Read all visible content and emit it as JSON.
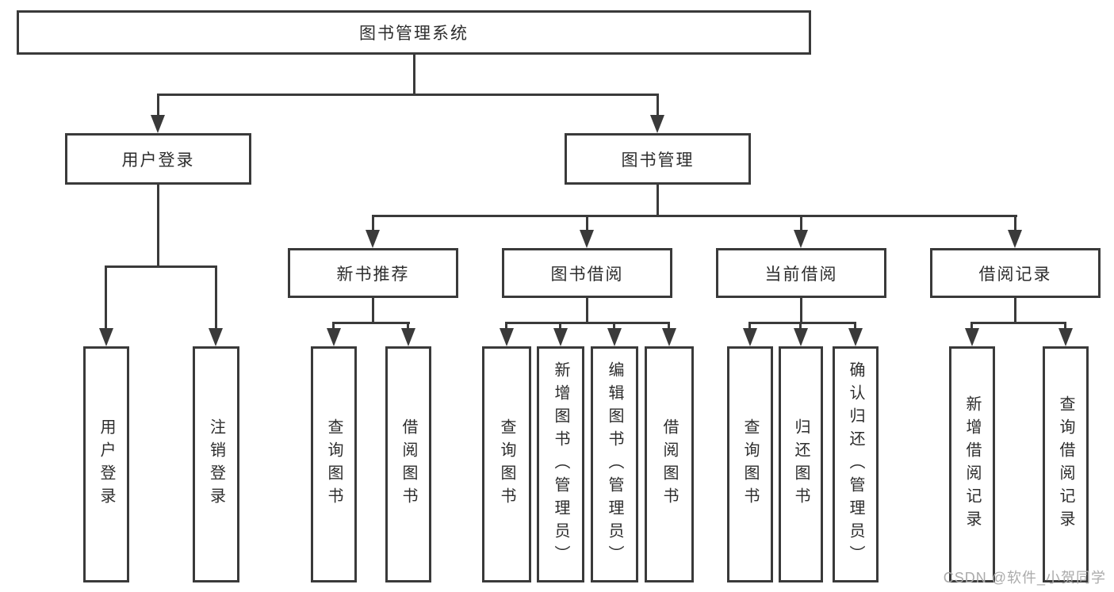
{
  "tree": {
    "root": "图书管理系统",
    "branches": [
      {
        "label": "用户登录",
        "children": [
          "用户登录",
          "注销登录"
        ]
      },
      {
        "label": "图书管理",
        "groups": [
          {
            "label": "新书推荐",
            "children": [
              "查询图书",
              "借阅图书"
            ]
          },
          {
            "label": "图书借阅",
            "children": [
              "查询图书",
              "新增图书（管理员）",
              "编辑图书（管理员）",
              "借阅图书"
            ]
          },
          {
            "label": "当前借阅",
            "children": [
              "查询图书",
              "归还图书",
              "确认归还（管理员）"
            ]
          },
          {
            "label": "借阅记录",
            "children": [
              "新增借阅记录",
              "查询借阅记录"
            ]
          }
        ]
      }
    ]
  },
  "watermark": "CSDN @软件_小贺同学",
  "colors": {
    "line": "#3a3a3a",
    "text": "#2d2d2d",
    "watermark": "#ababab",
    "background": "#ffffff"
  }
}
